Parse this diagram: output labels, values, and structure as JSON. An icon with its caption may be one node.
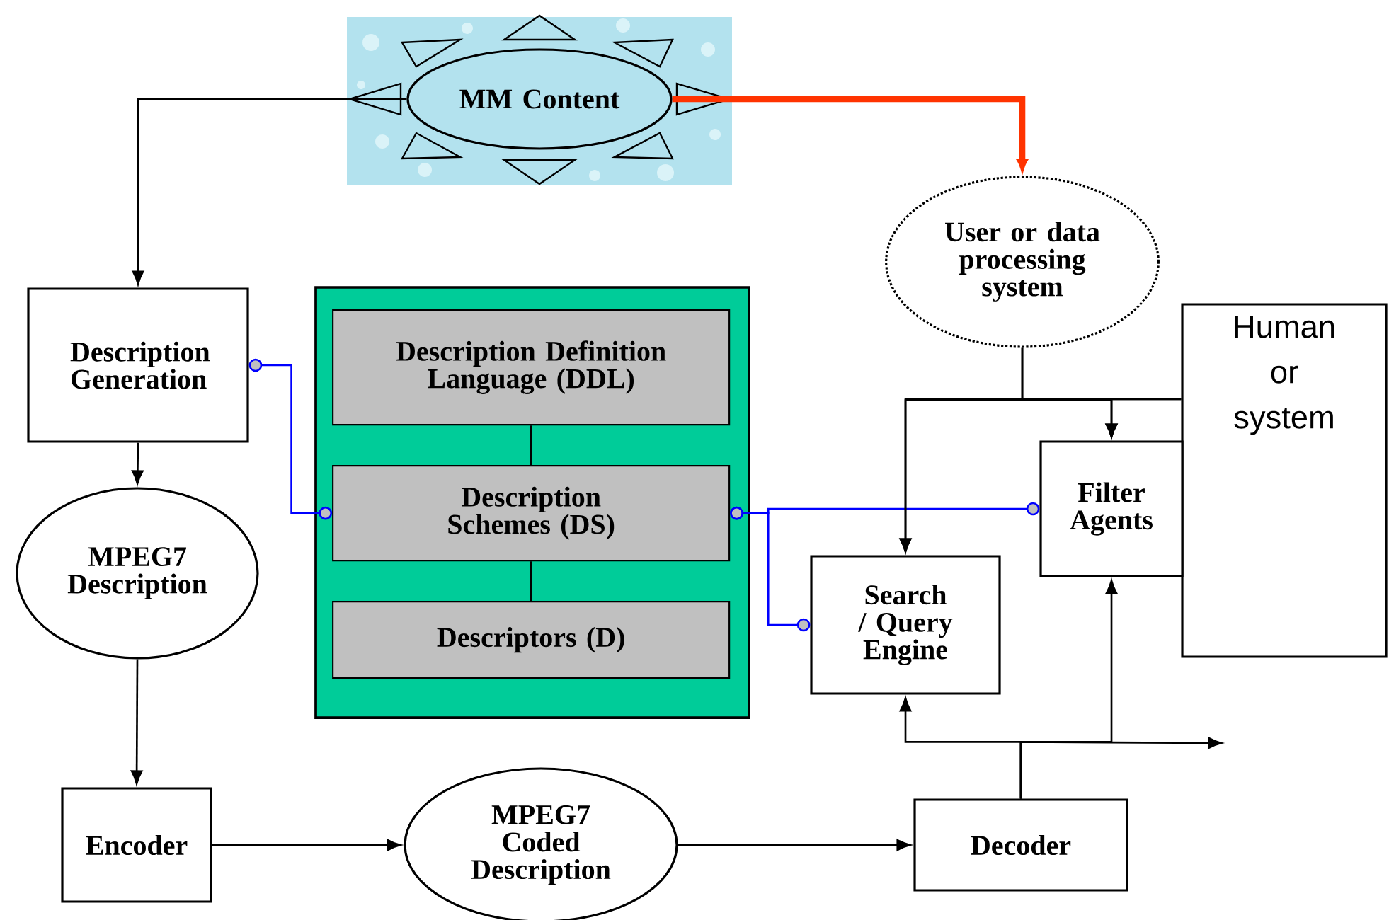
{
  "diagram": {
    "nodes": [
      {
        "text": [
          "MM Content"
        ]
      },
      {
        "text": [
          "Description Generation"
        ]
      },
      {
        "text": [],
        "shape": "box"
      },
      {
        "text": [
          "Description Definition Language (DDL)"
        ],
        "in": 2
      },
      {
        "text": [
          "Description Schemes (DS)"
        ],
        "in": 2
      },
      {
        "text": [
          "Descriptors (D)"
        ],
        "in": 2
      },
      {
        "text": [
          "User or data processing system"
        ]
      },
      {
        "text": [
          "Human or system"
        ]
      },
      {
        "text": [
          "Filter Agents"
        ]
      },
      {
        "text": [
          "MPEG7 Description"
        ]
      },
      {
        "text": [
          "Search / Query Engine"
        ]
      },
      {
        "text": [
          "Encoder"
        ]
      },
      {
        "text": [
          "MPEG7 Coded Description"
        ]
      },
      {
        "text": [
          "Decoder"
        ]
      }
    ],
    "edges": [
      {
        "from": 0,
        "to": 1,
        "arrow": "to"
      },
      {
        "from": 0,
        "to": 6,
        "arrow": "to",
        "style": "thick",
        "color": "#ff3300"
      },
      {
        "from": 1,
        "to": 9,
        "arrow": "to"
      },
      {
        "from": 9,
        "to": 11,
        "arrow": "to"
      },
      {
        "from": 11,
        "to": 12,
        "arrow": "to"
      },
      {
        "from": 12,
        "to": 13,
        "arrow": "to"
      },
      {
        "from": 1,
        "to": 4,
        "arrow": "other",
        "color": "#0000ff"
      },
      {
        "from": 4,
        "to": 8,
        "arrow": "other",
        "color": "#0000ff"
      },
      {
        "from": 4,
        "to": 10,
        "arrow": "other",
        "color": "#0000ff"
      },
      {
        "from": 6,
        "to": 10,
        "arrow": "to"
      },
      {
        "from": 6,
        "to": 8,
        "arrow": "to"
      },
      {
        "from": 7,
        "to": 10,
        "arrow": "to"
      },
      {
        "from": 7,
        "to": 8,
        "arrow": "to"
      },
      {
        "from": 13,
        "to": 10,
        "arrow": "to"
      },
      {
        "from": 13,
        "to": 8,
        "arrow": "to"
      },
      {
        "from": 13,
        "to": null,
        "arrow": "to"
      },
      {
        "from": 3,
        "to": 4,
        "arrow": "none"
      },
      {
        "from": 4,
        "to": 5,
        "arrow": "none"
      }
    ]
  }
}
